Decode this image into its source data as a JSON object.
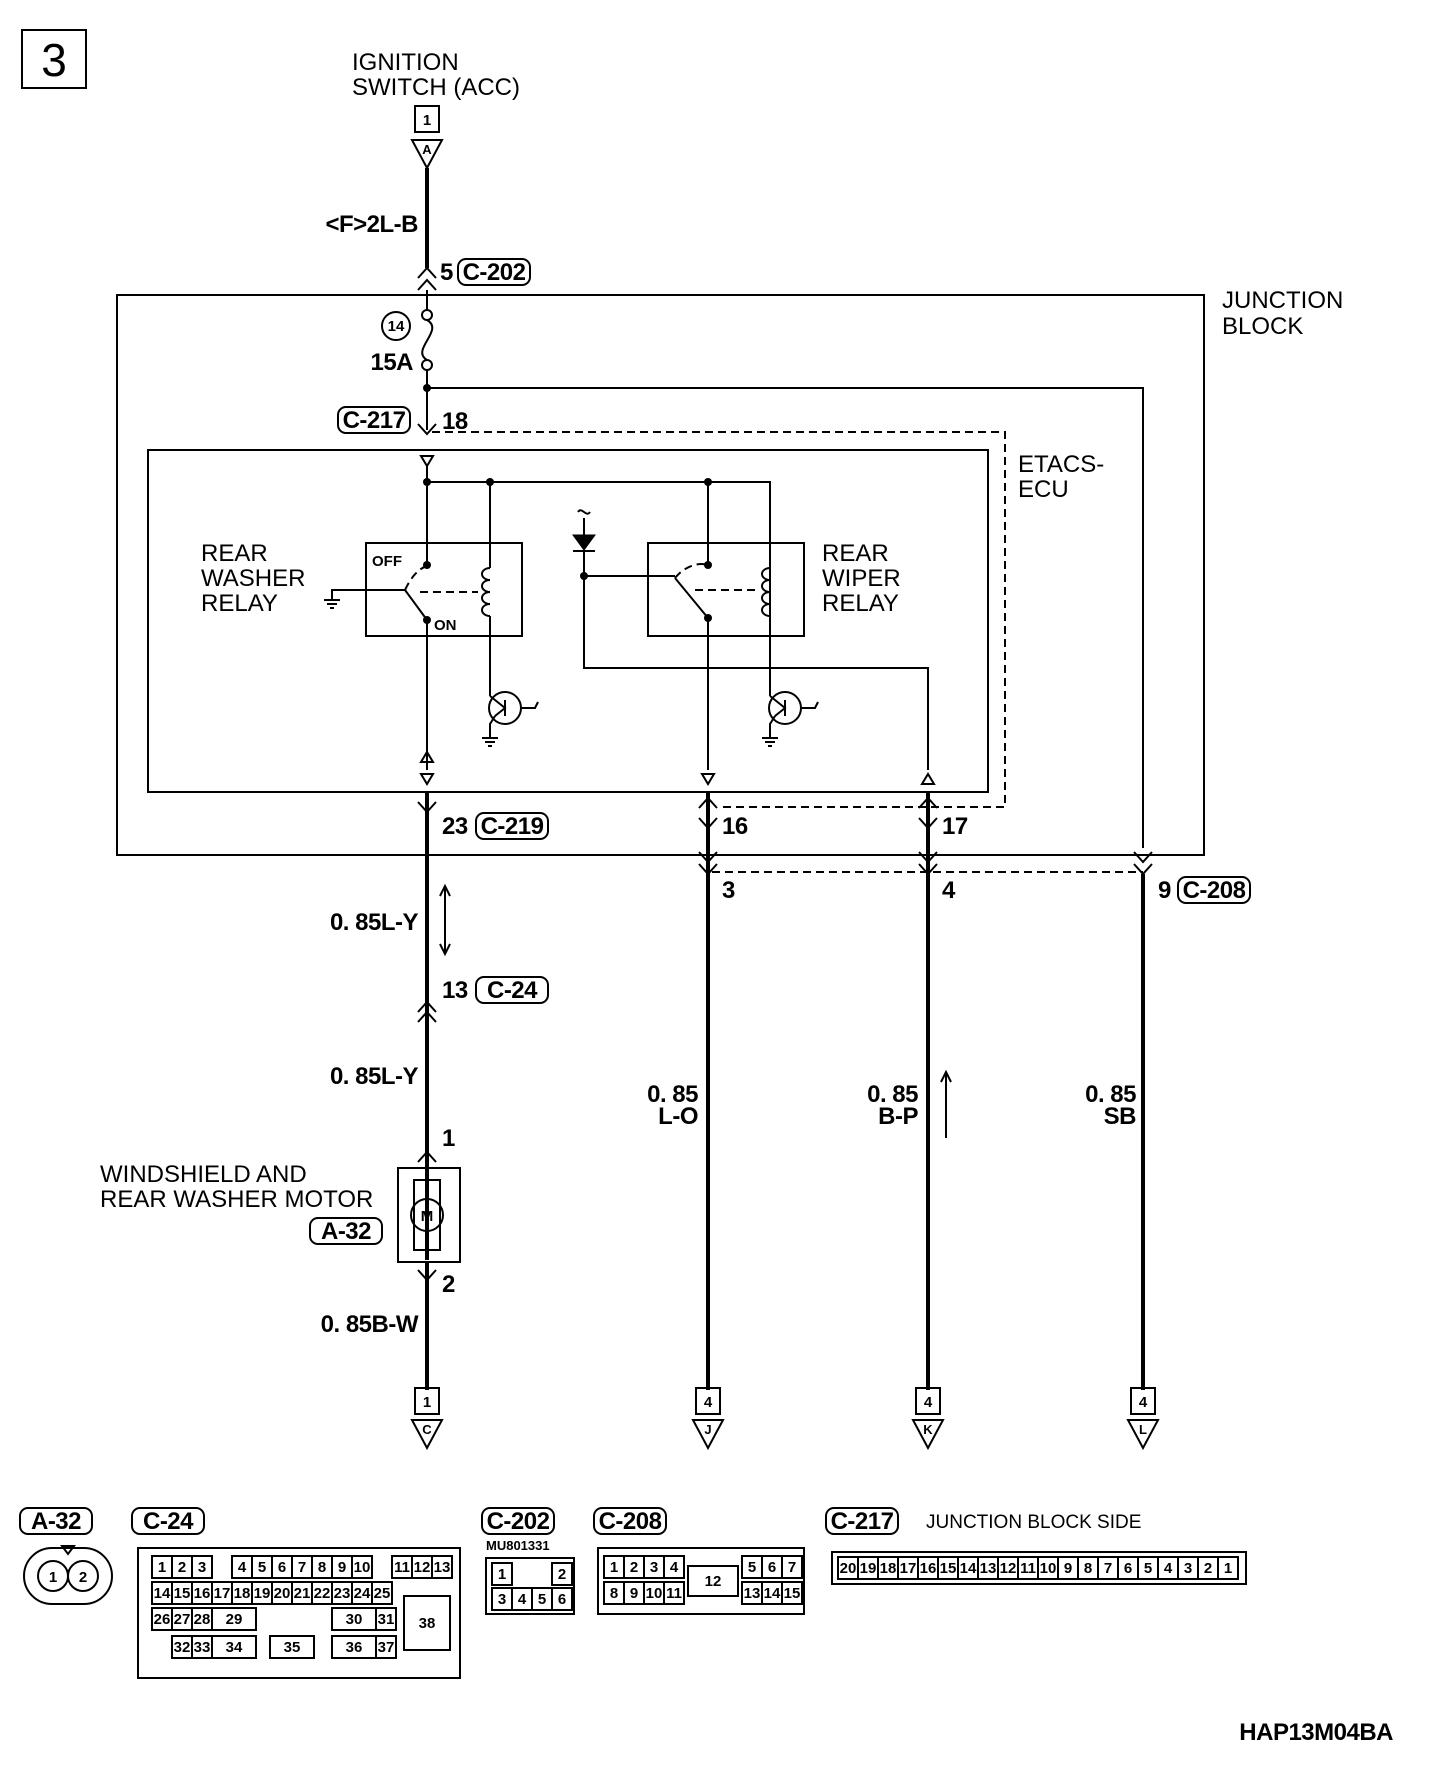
{
  "page_number": "3",
  "ignition_switch": {
    "line1": "IGNITION",
    "line2": "SWITCH (ACC)"
  },
  "top_connector": {
    "page": "1",
    "letter": "A"
  },
  "wire_top": "<F>2L-B",
  "c202_pin": "5",
  "c202": "C-202",
  "junction_block": {
    "line1": "JUNCTION",
    "line2": "BLOCK"
  },
  "fuse_number": "14",
  "fuse_rating": "15A",
  "c217": "C-217",
  "c217_pin": "18",
  "etacs": {
    "line1": "ETACS-",
    "line2": "ECU"
  },
  "washer_relay": {
    "line1": "REAR",
    "line2": "WASHER",
    "line3": "RELAY"
  },
  "wiper_relay": {
    "line1": "REAR",
    "line2": "WIPER",
    "line3": "RELAY"
  },
  "relay_off": "OFF",
  "relay_on": "ON",
  "c219_pin": "23",
  "c219": "C-219",
  "pin_16": "16",
  "pin_17": "17",
  "pin_3": "3",
  "pin_4": "4",
  "c208_pin": "9",
  "c208": "C-208",
  "wire_ly_1": "0. 85L-Y",
  "c24_pin": "13",
  "c24": "C-24",
  "wire_ly_2": "0. 85L-Y",
  "motor_pin1": "1",
  "motor": {
    "line1": "WINDSHIELD AND",
    "line2": "REAR WASHER MOTOR",
    "connector": "A-32",
    "symbol": "M"
  },
  "motor_pin2": "2",
  "wire_bw": "0. 85B-W",
  "wire_lo": {
    "line1": "0. 85",
    "line2": "L-O"
  },
  "wire_bp": {
    "line1": "0. 85",
    "line2": "B-P"
  },
  "wire_sb": {
    "line1": "0. 85",
    "line2": "SB"
  },
  "bottom_connectors": [
    {
      "page": "1",
      "letter": "C"
    },
    {
      "page": "4",
      "letter": "J"
    },
    {
      "page": "4",
      "letter": "K"
    },
    {
      "page": "4",
      "letter": "L"
    }
  ],
  "connector_views": {
    "a32": {
      "name": "A-32",
      "pins": [
        "1",
        "2"
      ]
    },
    "c24": {
      "name": "C-24",
      "row1": [
        "1",
        "2",
        "3",
        "4",
        "5",
        "6",
        "7",
        "8",
        "9",
        "10",
        "11",
        "12",
        "13"
      ],
      "row2": [
        "14",
        "15",
        "16",
        "17",
        "18",
        "19",
        "20",
        "21",
        "22",
        "23",
        "24",
        "25"
      ],
      "row3": [
        "26",
        "27",
        "28",
        "29",
        "30",
        "31"
      ],
      "row4": [
        "32",
        "33",
        "34",
        "35",
        "36",
        "37"
      ],
      "big": "38"
    },
    "c202": {
      "name": "C-202",
      "part": "MU801331",
      "top": [
        "1",
        "2"
      ],
      "bottom": [
        "3",
        "4",
        "5",
        "6"
      ]
    },
    "c208": {
      "name": "C-208",
      "top_left": [
        "1",
        "2",
        "3",
        "4"
      ],
      "top_right": [
        "5",
        "6",
        "7"
      ],
      "bottom_left": [
        "8",
        "9",
        "10",
        "11"
      ],
      "bottom_right": [
        "13",
        "14",
        "15"
      ],
      "center": "12"
    },
    "c217": {
      "name": "C-217",
      "side": "JUNCTION BLOCK SIDE",
      "pins": [
        "20",
        "19",
        "18",
        "17",
        "16",
        "15",
        "14",
        "13",
        "12",
        "11",
        "10",
        "9",
        "8",
        "7",
        "6",
        "5",
        "4",
        "3",
        "2",
        "1"
      ]
    }
  },
  "figure_code": "HAP13M04BA"
}
